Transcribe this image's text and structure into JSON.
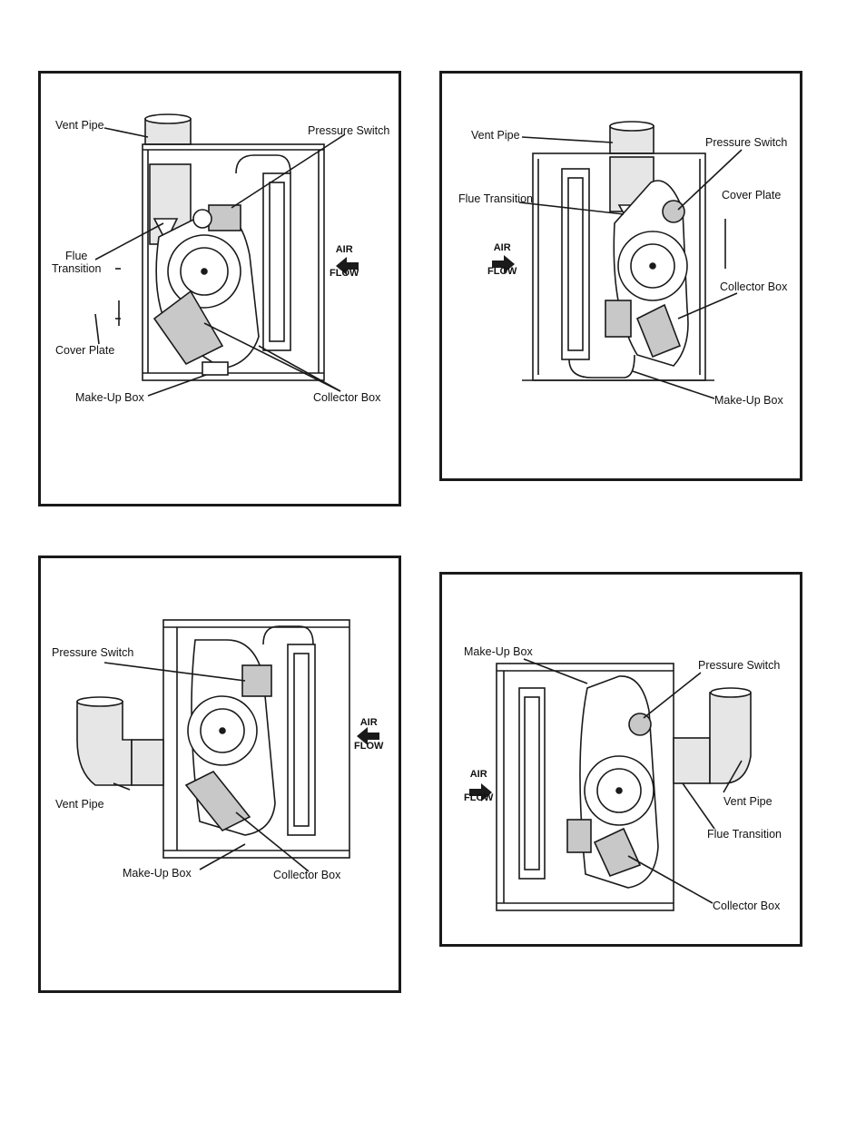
{
  "panel1": {
    "vent_pipe": "Vent Pipe",
    "pressure_switch": "Pressure Switch",
    "flue_line1": "Flue",
    "flue_line2": "Transition",
    "air": "AIR",
    "flow": "FLOW",
    "cover_plate": "Cover Plate",
    "make_up_box": "Make-Up Box",
    "collector_box": "Collector Box"
  },
  "panel2": {
    "vent_pipe": "Vent Pipe",
    "pressure_switch": "Pressure Switch",
    "flue_transition": "Flue Transition",
    "cover_plate": "Cover Plate",
    "air": "AIR",
    "flow": "FLOW",
    "collector_box": "Collector Box",
    "make_up_box": "Make-Up Box"
  },
  "panel3": {
    "pressure_switch": "Pressure Switch",
    "air": "AIR",
    "flow": "FLOW",
    "vent_pipe": "Vent Pipe",
    "make_up_box": "Make-Up Box",
    "collector_box": "Collector Box"
  },
  "panel4": {
    "make_up_box": "Make-Up Box",
    "pressure_switch": "Pressure Switch",
    "air": "AIR",
    "flow": "FLOW",
    "vent_pipe": "Vent Pipe",
    "flue_transition": "Flue Transition",
    "collector_box": "Collector Box"
  },
  "colors": {
    "line": "#1a1a1a",
    "fill_light": "#e6e6e6",
    "fill_mid": "#c8c8c8"
  }
}
